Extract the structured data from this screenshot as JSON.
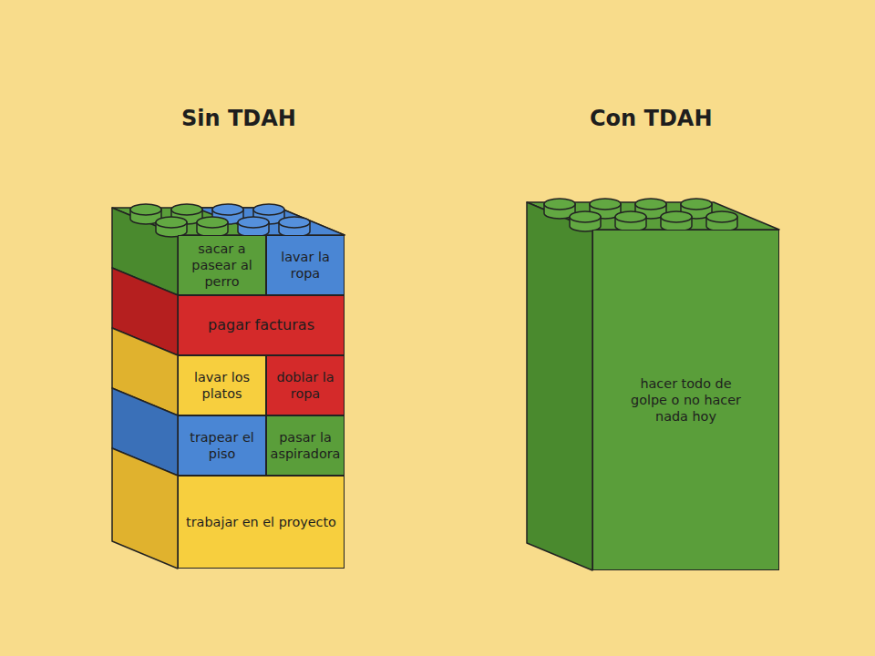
{
  "diagram": {
    "nodes": [
      {
        "text": [
          "sacar a pasear al perro"
        ]
      },
      {
        "text": [
          "lavar la ropa"
        ]
      },
      {
        "text": [
          "pagar facturas"
        ]
      },
      {
        "text": [
          "lavar los platos"
        ]
      },
      {
        "text": [
          "doblar la ropa"
        ]
      },
      {
        "text": [
          "trapear el piso"
        ]
      },
      {
        "text": [
          "pasar la aspiradora"
        ]
      },
      {
        "text": [
          "trabajar en el proyecto"
        ]
      },
      {
        "text": [
          "hacer todo de golpe o no hacer nada hoy"
        ]
      }
    ],
    "labels": [
      "Sin TDAH",
      "Con TDAH"
    ]
  }
}
